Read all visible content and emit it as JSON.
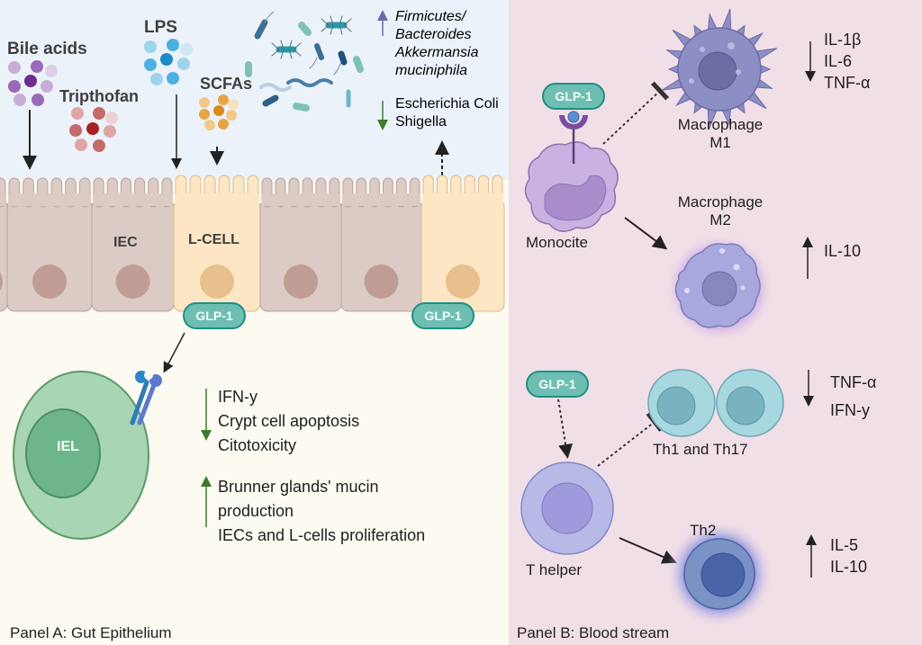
{
  "panel_a": {
    "title": "Panel A: Gut Epithelium",
    "lumen": {
      "metabolites": [
        {
          "label": "Bile acids",
          "color": "#8a5aa6"
        },
        {
          "label": "Tripthofan",
          "color": "#b84a4a"
        },
        {
          "label": "LPS",
          "color": "#2a9fd6"
        },
        {
          "label": "SCFAs",
          "color": "#e0a030"
        }
      ],
      "microbiota_up": {
        "arrow": "up",
        "lines": [
          "Firmicutes/",
          "Bacteroides",
          "Akkermansia",
          "muciniphila"
        ]
      },
      "microbiota_down": {
        "arrow": "down",
        "lines": [
          "Escherichia Coli",
          "Shigella"
        ]
      }
    },
    "epithelium": {
      "iec_label": "IEC",
      "lcell_label": "L-CELL",
      "glp1_label": "GLP-1",
      "glp1_label_2": "GLP-1"
    },
    "iel": {
      "label": "IEL",
      "decreased": [
        "IFN-y",
        "Crypt cell apoptosis",
        "Citotoxicity"
      ],
      "increased": [
        "Brunner glands' mucin",
        "production",
        "IECs and L-cells proliferation"
      ]
    }
  },
  "panel_b": {
    "title": "Panel B: Blood stream",
    "glp1_label": "GLP-1",
    "glp1_label_2": "GLP-1",
    "monocyte_label": "Monocite",
    "m1": {
      "line1": "Macrophage",
      "line2": "M1",
      "cytokines_arrow": "down",
      "cytokines": [
        "IL-1β",
        "IL-6",
        "TNF-α"
      ]
    },
    "m2": {
      "line1": "Macrophage",
      "line2": "M2",
      "cytokines_arrow": "up",
      "cytokines": [
        "IL-10"
      ]
    },
    "t_helper_label": "T helper",
    "th1_th17": {
      "label": "Th1 and Th17",
      "cytokines_arrow": "down",
      "cytokines": [
        "TNF-α",
        "IFN-y"
      ]
    },
    "th2": {
      "label": "Th2",
      "cytokines_arrow": "up",
      "cytokines": [
        "IL-5",
        "IL-10"
      ]
    }
  },
  "colors": {
    "lumen_bg": "#ecf2f9",
    "panel_a_bg": "#fdfaf2",
    "panel_b_bg": "#f1dfe7",
    "iec_fill": "#dccbc5",
    "lcell_fill": "#fce6c3",
    "glp1_fill": "#6fbeb2",
    "arrow_green": "#3b7a2f",
    "arrow_purple": "#6a6ab0"
  }
}
